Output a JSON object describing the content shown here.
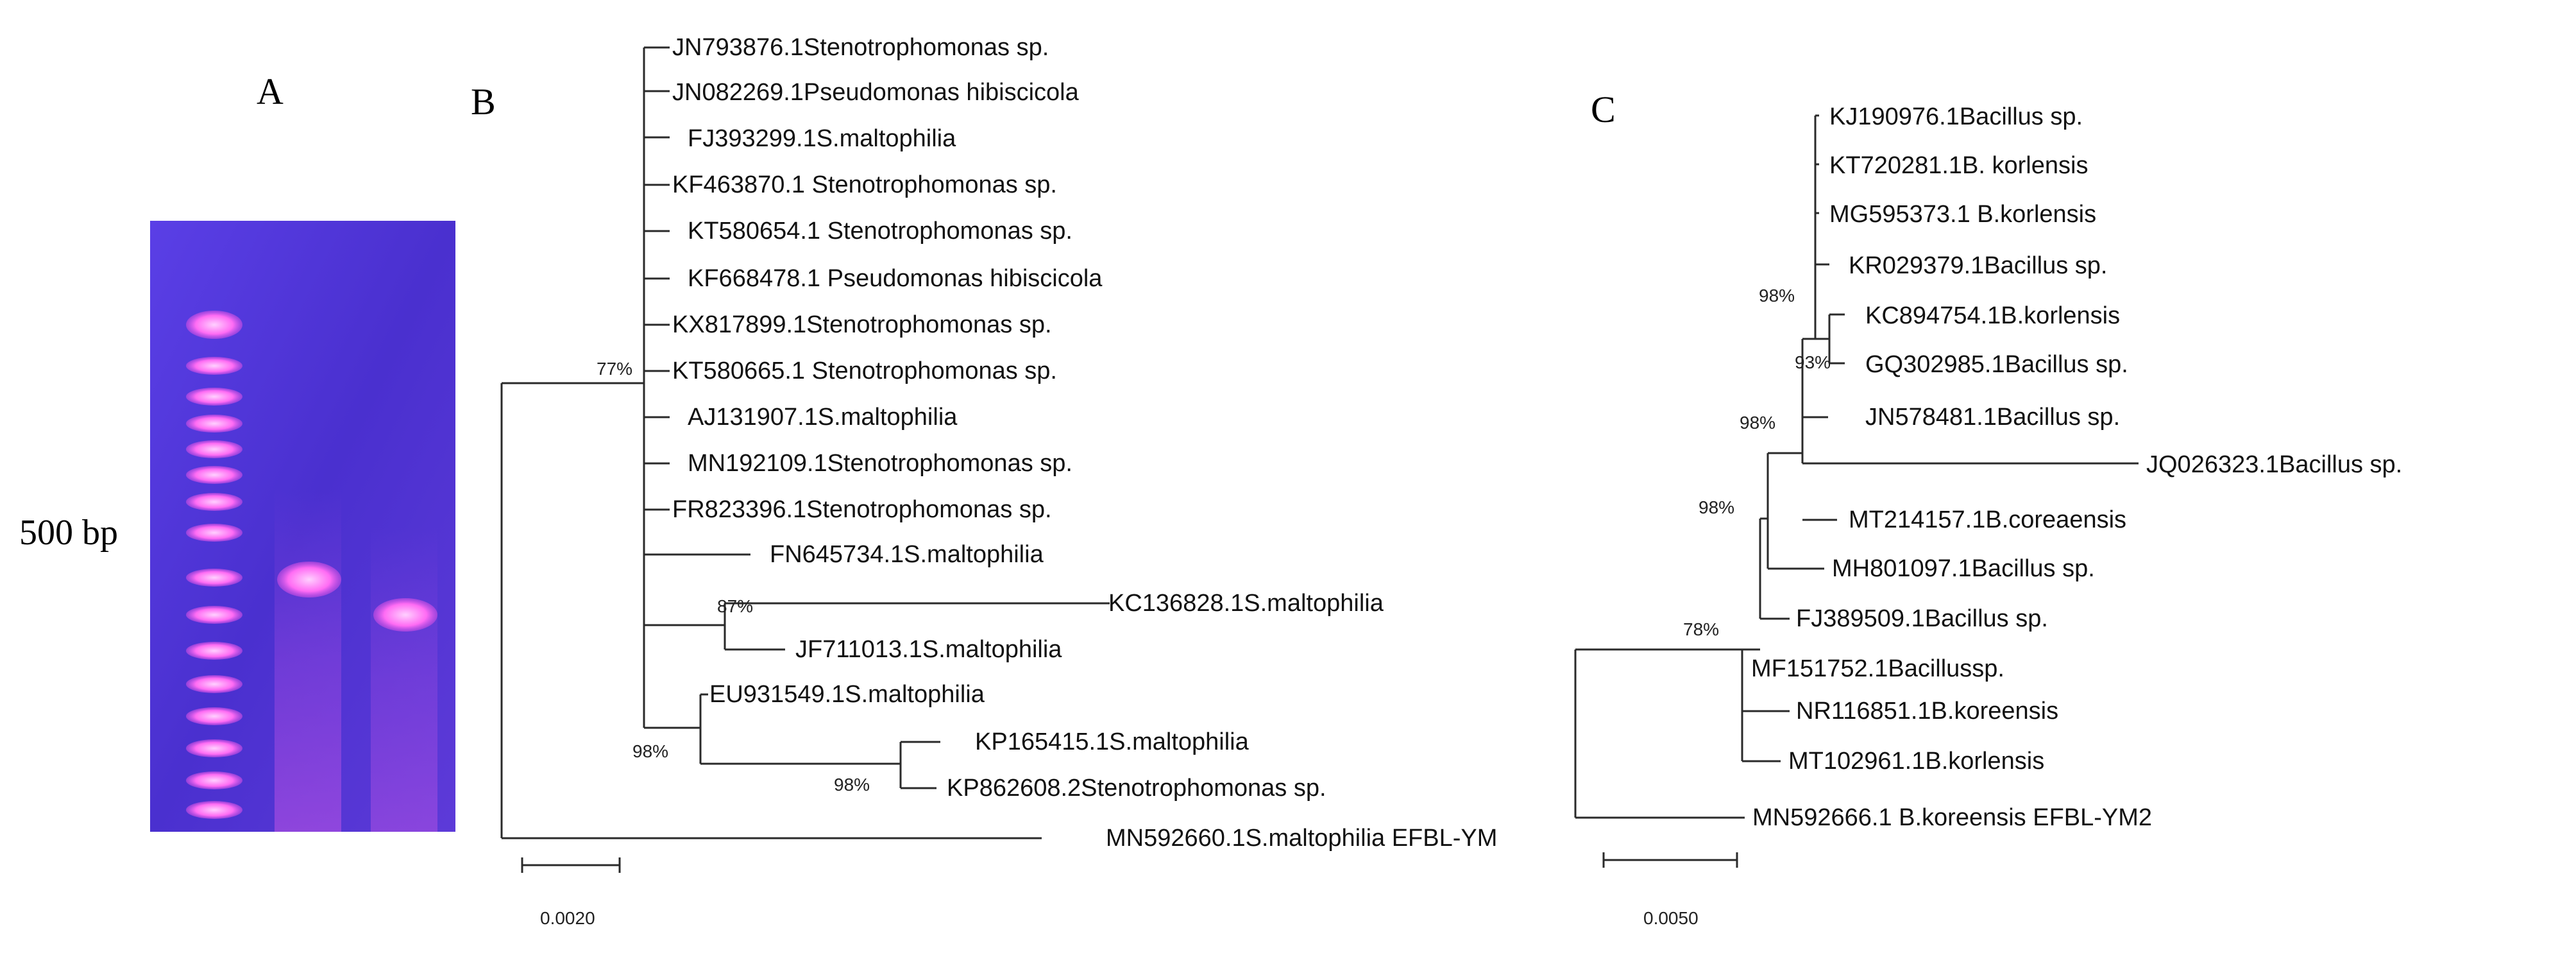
{
  "panels": {
    "a": {
      "letter": "A",
      "marker_label": "500 bp"
    },
    "b": {
      "letter": "B",
      "scale_label": "0.0020",
      "taxa": [
        "JN793876.1Stenotrophomonas sp.",
        "JN082269.1Pseudomonas hibiscicola",
        "FJ393299.1S.maltophilia",
        "KF463870.1 Stenotrophomonas sp.",
        "KT580654.1 Stenotrophomonas sp.",
        "KF668478.1 Pseudomonas hibiscicola",
        "KX817899.1Stenotrophomonas sp.",
        "KT580665.1 Stenotrophomonas sp.",
        "AJ131907.1S.maltophilia",
        "MN192109.1Stenotrophomonas sp.",
        "FR823396.1Stenotrophomonas sp.",
        "FN645734.1S.maltophilia",
        "KC136828.1S.maltophilia",
        "JF711013.1S.maltophilia",
        "EU931549.1S.maltophilia",
        "KP165415.1S.maltophilia",
        "KP862608.2Stenotrophomonas sp.",
        "MN592660.1S.maltophilia EFBL-YM"
      ],
      "bootstraps": [
        "77%",
        "87%",
        "98%",
        "98%"
      ]
    },
    "c": {
      "letter": "C",
      "scale_label": "0.0050",
      "taxa": [
        "KJ190976.1Bacillus sp.",
        "KT720281.1B. korlensis",
        "MG595373.1 B.korlensis",
        "KR029379.1Bacillus sp.",
        "KC894754.1B.korlensis",
        "GQ302985.1Bacillus sp.",
        "JN578481.1Bacillus sp.",
        "JQ026323.1Bacillus sp.",
        "MT214157.1B.coreaensis",
        "MH801097.1Bacillus sp.",
        "FJ389509.1Bacillus sp.",
        "MF151752.1Bacillussp.",
        "NR116851.1B.koreensis",
        "MT102961.1B.korlensis",
        "MN592666.1 B.koreensis EFBL-YM2"
      ],
      "bootstraps": [
        "98%",
        "93%",
        "98%",
        "98%",
        "78%"
      ]
    }
  },
  "colors": {
    "gel_background": "#4a34d6",
    "gel_band": "#ff7bff",
    "gel_band_glow": "#d64ee8",
    "branch": "#2a2a2a"
  }
}
